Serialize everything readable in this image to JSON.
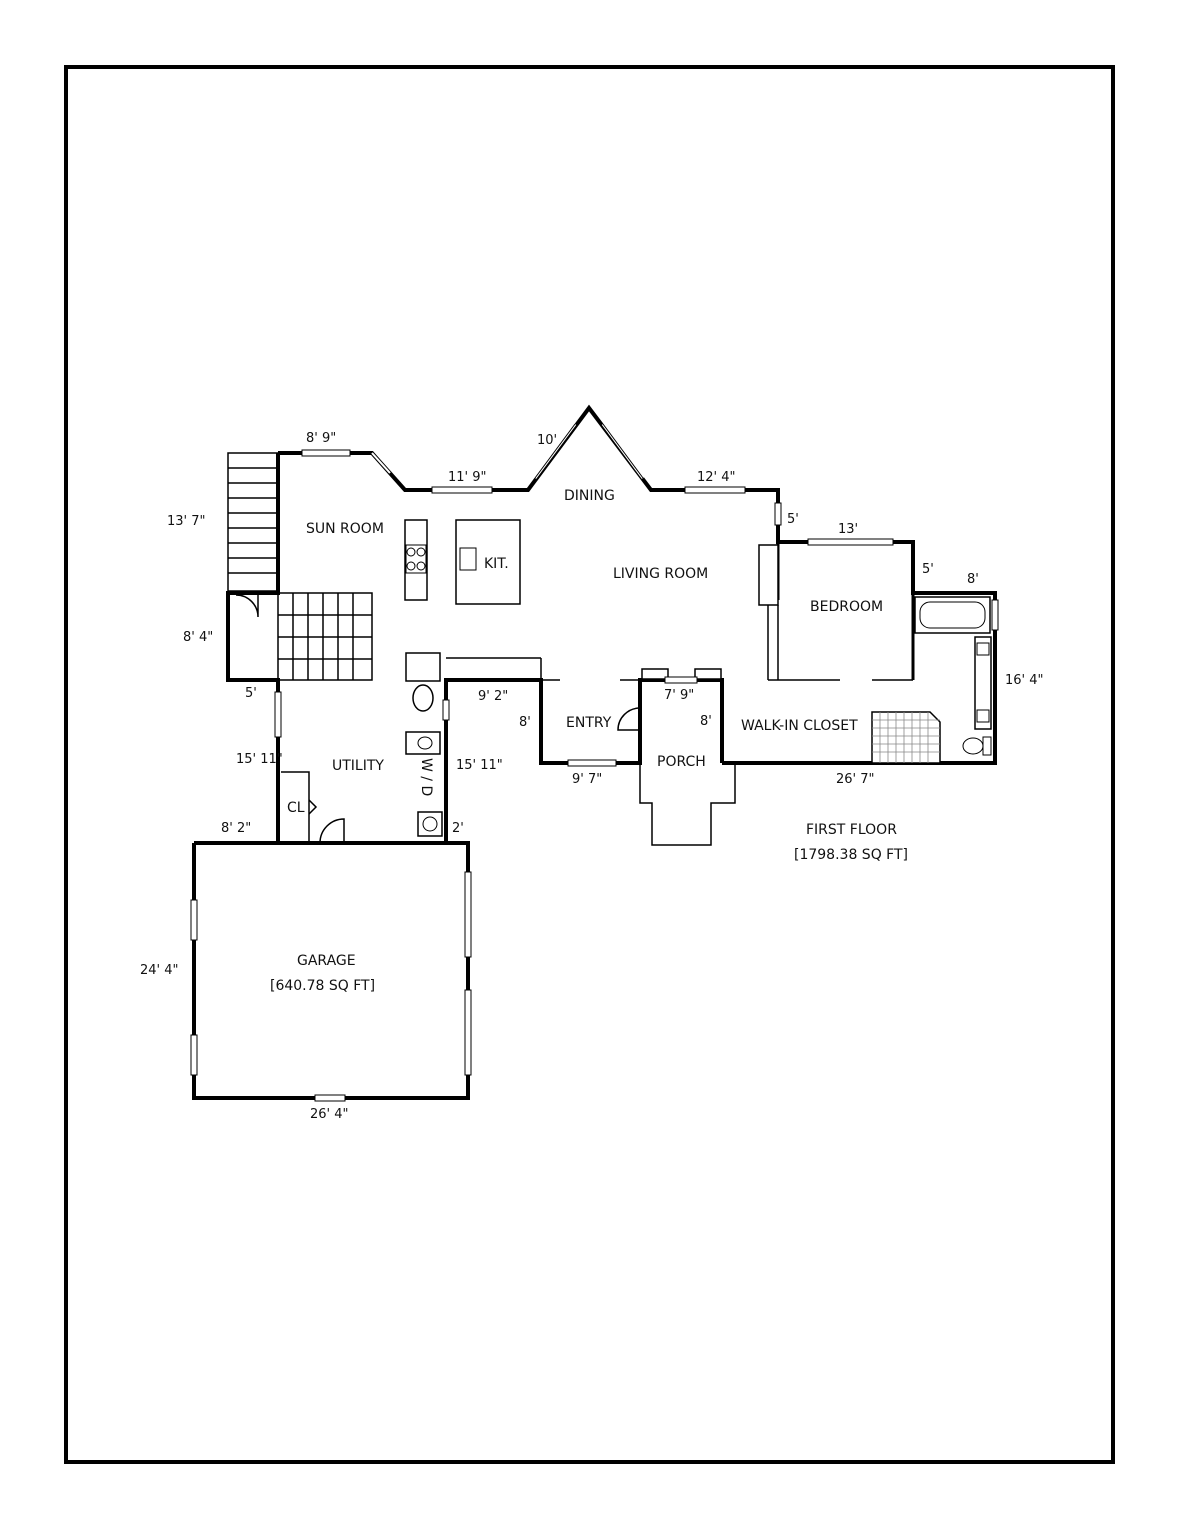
{
  "plan": {
    "title": "FIRST FLOOR",
    "area": "[1798.38 SQ FT]"
  },
  "rooms": {
    "sun_room": "SUN ROOM",
    "kitchen": "KIT.",
    "dining": "DINING",
    "living_room": "LIVING ROOM",
    "bedroom": "BEDROOM",
    "entry": "ENTRY",
    "porch": "PORCH",
    "walk_in_closet": "WALK-IN CLOSET",
    "utility": "UTILITY",
    "closet": "CL",
    "washer_dryer": "W / D",
    "garage": "GARAGE",
    "garage_area": "[640.78 SQ FT]"
  },
  "dimensions": {
    "sun_room_top": "8' 9\"",
    "dining_left_top": "11' 9\"",
    "bay_left": "10'",
    "dining_right_top": "12' 4\"",
    "living_right_step": "5'",
    "bedroom_top": "13'",
    "bath_step": "5'",
    "bath_top": "8'",
    "stairs_left": "13' 7\"",
    "stair_landing_left": "8' 4\"",
    "utility_step": "5'",
    "utility_left": "15' 11\"",
    "utility_right": "15' 11\"",
    "entry_top": "9' 2\"",
    "entry_left": "8'",
    "porch_top": "7' 9\"",
    "porch_right": "8'",
    "entry_bottom": "9' 7\"",
    "closet_bottom": "26' 7\"",
    "bath_right": "16' 4\"",
    "utility_bottom_left": "8' 2\"",
    "laundry_sink": "2'",
    "garage_left": "24' 4\"",
    "garage_bottom": "26' 4\""
  }
}
